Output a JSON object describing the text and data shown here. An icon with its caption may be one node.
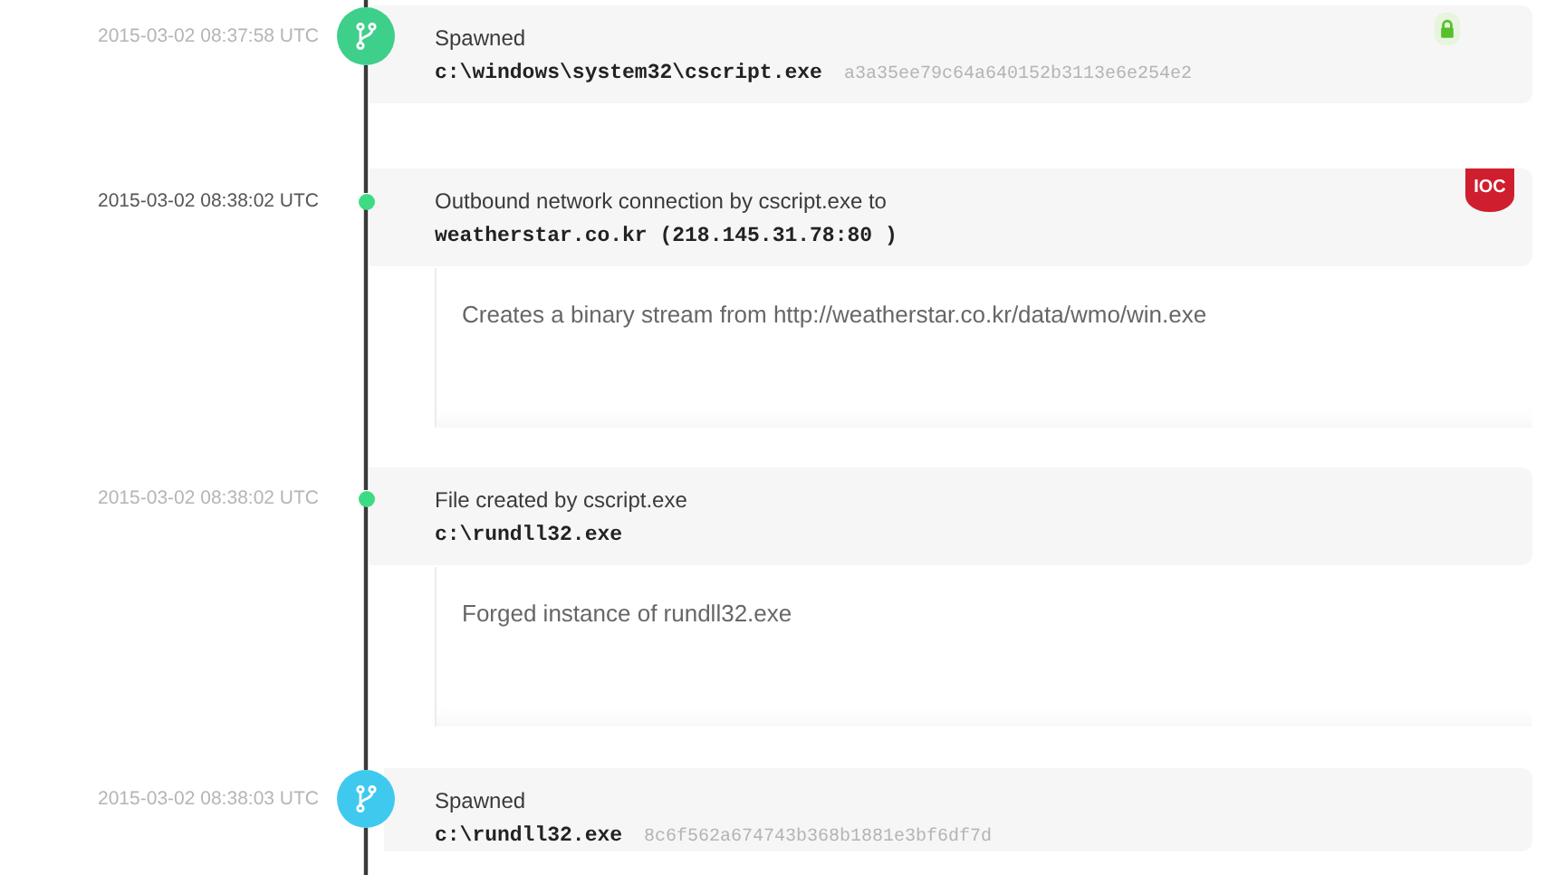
{
  "diagram": {
    "nodes": [
      {
        "text": [],
        "shape": "circle",
        "beside": [
          "2015-03-02 08:37:58 UTC"
        ]
      },
      {
        "text": [
          "Spawned",
          "c:\\windows\\system32\\cscript.exe",
          "a3a35ee79c64a640152b3113e6e254e2"
        ]
      },
      {
        "text": [],
        "shape": "circle",
        "beside": [
          "2015-03-02 08:38:02 UTC"
        ]
      },
      {
        "text": [
          "Outbound network connection by cscript.exe to",
          "weatherstar.co.kr (218.145.31.78:80 )",
          "IOC"
        ]
      },
      {
        "text": [
          "Creates a binary stream from http://weatherstar.co.kr/data/wmo/win.exe"
        ]
      },
      {
        "text": [],
        "shape": "circle",
        "beside": [
          "2015-03-02 08:38:02 UTC"
        ]
      },
      {
        "text": [
          "File created by cscript.exe",
          "c:\\rundll32.exe"
        ]
      },
      {
        "text": [
          "Forged instance of rundll32.exe"
        ]
      },
      {
        "text": [],
        "shape": "circle",
        "beside": [
          "2015-03-02 08:38:03 UTC"
        ]
      },
      {
        "text": [
          "Spawned",
          "c:\\rundll32.exe",
          "8c6f562a674743b368b1881e3bf6df7d"
        ]
      }
    ],
    "edges": [
      {
        "from": null,
        "to": 0,
        "arrow": "none"
      },
      {
        "from": 0,
        "to": 2,
        "arrow": "none"
      },
      {
        "from": 2,
        "to": 5,
        "arrow": "none"
      },
      {
        "from": 5,
        "to": 8,
        "arrow": "none"
      },
      {
        "from": 8,
        "to": null,
        "arrow": "none"
      }
    ]
  }
}
